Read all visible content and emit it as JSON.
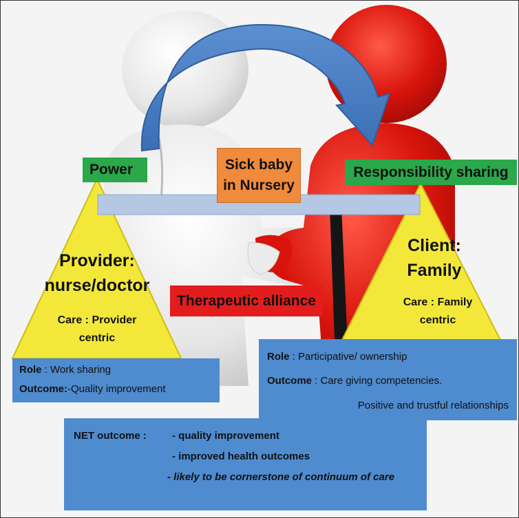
{
  "labels": {
    "power": "Power",
    "responsibility": "Responsibility sharing",
    "sick_baby_1": "Sick baby",
    "sick_baby_2": "in Nursery",
    "therapeutic": "Therapeutic alliance"
  },
  "provider": {
    "title_1": "Provider:",
    "title_2": "nurse/doctor",
    "care_1": "Care : Provider",
    "care_2": "centric"
  },
  "client": {
    "title_1": "Client:",
    "title_2": "Family",
    "care_1": "Care : Family",
    "care_2": "centric"
  },
  "left_box": {
    "role_key": "Role",
    "role_val": " : Work sharing",
    "outcome_key": "Outcome:",
    "outcome_val": "-Quality improvement"
  },
  "right_box": {
    "role_key": "Role",
    "role_val": " : Participative/ ownership",
    "outcome_key": "Outcome",
    "outcome_val": " : Care giving competencies.",
    "line3": "Positive and trustful relationships"
  },
  "net_box": {
    "key": "NET outcome :",
    "item1": "- quality improvement",
    "item2": "- improved health outcomes",
    "item3": "- likely to be cornerstone of continuum of care"
  },
  "colors": {
    "green": "#2aa84a",
    "orange": "#f08a3c",
    "red": "#e31d1d",
    "blue": "#4f8bcf",
    "yellow": "#f3e83a",
    "beam": "#b4c7e3"
  }
}
